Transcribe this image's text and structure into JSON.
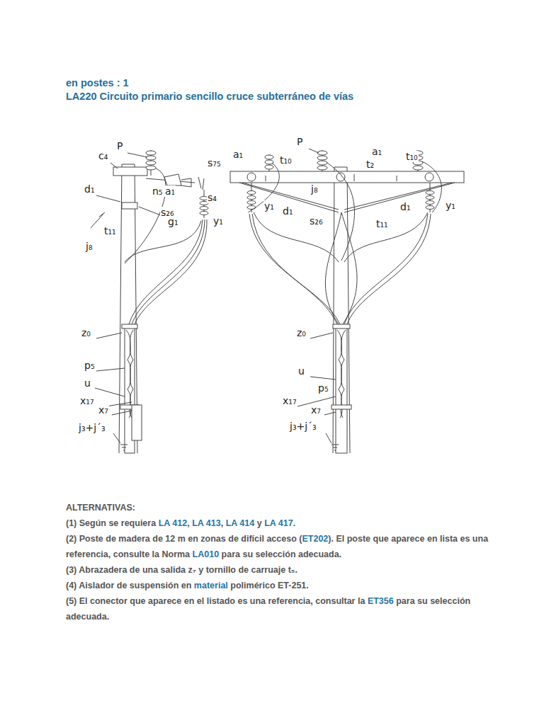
{
  "diagram": {
    "title": "LA220 Circuito primario sencillo cruce subterráneo de vías",
    "labels": [
      "en postes : 1",
      "P",
      "c₄",
      "s₇₅",
      "d₁",
      "n₅",
      "a₁",
      "s₄",
      "s₂₆",
      "g₁",
      "y₁",
      "t₁₁",
      "j₈",
      "z₀",
      "p₅",
      "u",
      "x₁₇",
      "x₇",
      "j₃+j´₃",
      "a₁",
      "P",
      "a₁",
      "t₁₀",
      "t₂",
      "t₁₀",
      "j₈",
      "y₁",
      "d₁",
      "d₁",
      "y₁",
      "s₂₆",
      "t₁₁",
      "z₀",
      "u",
      "p₅",
      "x₁₇",
      "x₇",
      "j₃+j´₃",
      "ALTERNATIVAS:",
      "(1) Según se requiera",
      "LA 412",
      ",",
      "LA 413",
      ",",
      "LA 414",
      "y",
      "LA 417",
      ".",
      "(2) Poste de madera de 12 m en zonas de difícil acceso (",
      "ET202",
      "). El poste que aparece en lista es una referencia, consulte la Norma",
      "LA010",
      "para su selección adecuada.",
      "(3) Abrazadera de una salida z₇ y tornillo de carruaje t₅.",
      "(4) Aislador de suspensión en",
      "material",
      "polimérico ET-251.",
      "(5) El conector que aparece en el listado es una referencia, consultar la",
      "ET356",
      "para su selección adecuada."
    ]
  }
}
